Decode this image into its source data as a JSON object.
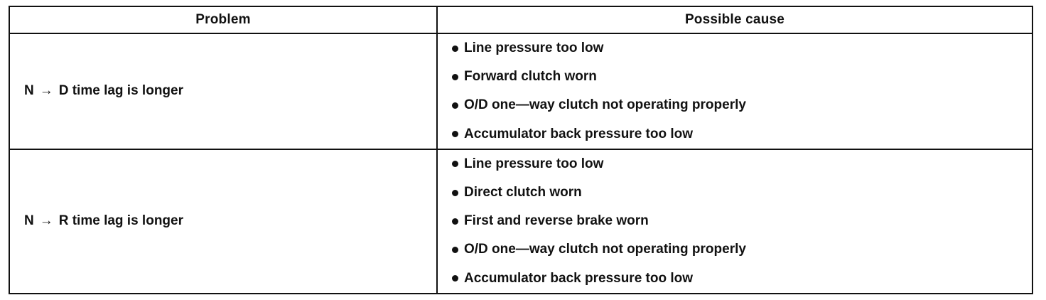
{
  "table": {
    "headers": {
      "problem": "Problem",
      "cause": "Possible cause"
    },
    "rows": [
      {
        "problem": {
          "from": "N",
          "arrow": "→",
          "rest": "D time lag is longer"
        },
        "causes": [
          "Line pressure too low",
          "Forward clutch worn",
          "O/D one—way clutch not operating properly",
          "Accumulator back pressure too low"
        ]
      },
      {
        "problem": {
          "from": "N",
          "arrow": "→",
          "rest": "R time lag is longer"
        },
        "causes": [
          "Line pressure too low",
          "Direct clutch worn",
          "First and reverse brake worn",
          "O/D one—way clutch not operating properly",
          "Accumulator back pressure too low"
        ]
      }
    ]
  },
  "icons": {
    "bullet": "filled-circle-bullet-icon",
    "arrow": "right-arrow-icon"
  }
}
